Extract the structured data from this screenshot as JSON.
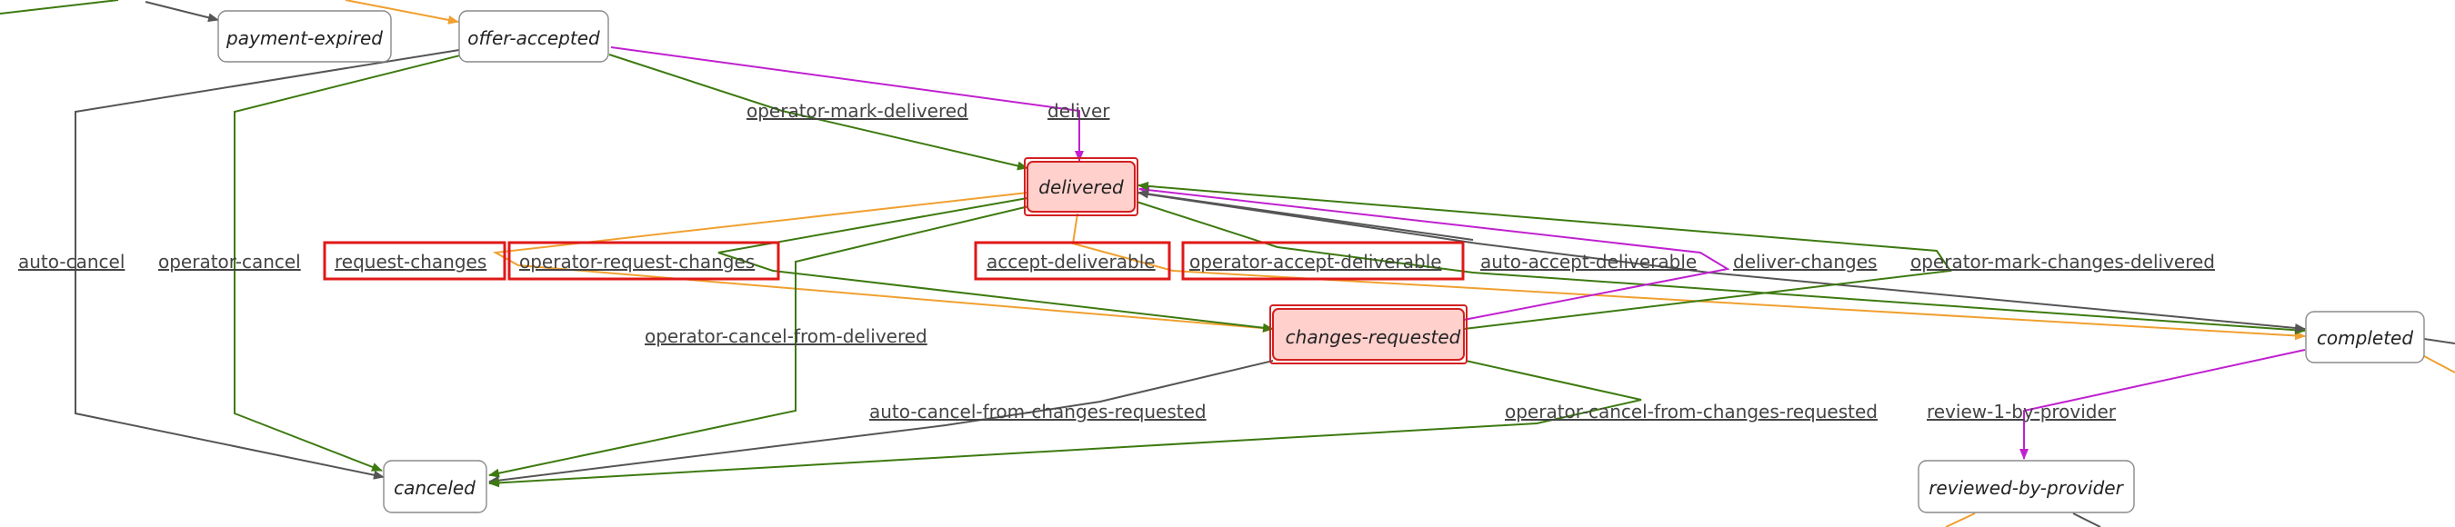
{
  "diagram": {
    "states": {
      "payment_expired": "payment-expired",
      "offer_accepted": "offer-accepted",
      "delivered": "delivered",
      "changes_requested": "changes-requested",
      "completed": "completed",
      "canceled": "canceled",
      "reviewed_by_provider": "reviewed-by-provider"
    },
    "highlighted_states": [
      "delivered",
      "changes-requested"
    ],
    "transitions": {
      "operator_mark_delivered": "operator-mark-delivered",
      "deliver": "deliver",
      "auto_cancel": "auto-cancel",
      "operator_cancel": "operator-cancel",
      "request_changes": "request-changes",
      "operator_request_changes": "operator-request-changes",
      "accept_deliverable": "accept-deliverable",
      "operator_accept_deliverable": "operator-accept-deliverable",
      "auto_accept_deliverable": "auto-accept-deliverable",
      "deliver_changes": "deliver-changes",
      "operator_mark_changes_delivered": "operator-mark-changes-delivered",
      "operator_cancel_from_delivered": "operator-cancel-from-delivered",
      "auto_cancel_from_changes_requested": "auto-cancel-from-changes-requested",
      "operator_cancel_from_changes_requested": "operator-cancel-from-changes-requested",
      "review_1_by_provider": "review-1-by-provider"
    },
    "highlighted_transitions": [
      "request-changes",
      "operator-request-changes",
      "accept-deliverable",
      "operator-accept-deliverable"
    ],
    "colors": {
      "dark_edge": "#555555",
      "green_edge": "#3d7a10",
      "orange_edge": "#f0a030",
      "magenta_edge": "#c020d0",
      "highlight": "#d42020",
      "highlight_fill": "#ffd0cc"
    }
  }
}
